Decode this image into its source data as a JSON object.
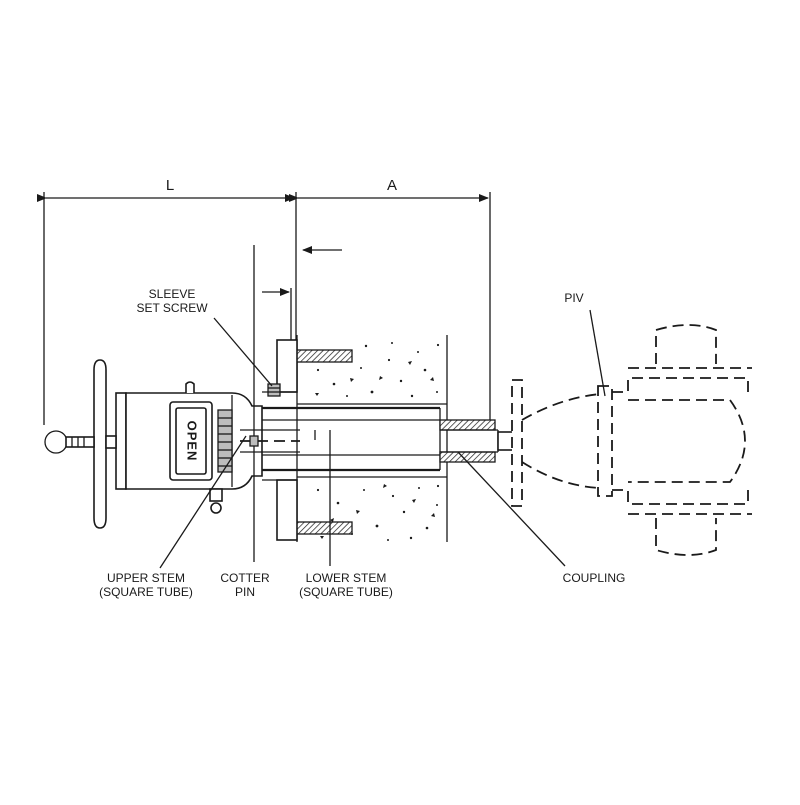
{
  "dimensions": {
    "L": "L",
    "A": "A"
  },
  "labels": {
    "sleeve_set_screw_line1": "SLEEVE",
    "sleeve_set_screw_line2": "SET SCREW",
    "piv": "PIV",
    "upper_stem_line1": "UPPER STEM",
    "upper_stem_line2": "(SQUARE TUBE)",
    "cotter_pin_line1": "COTTER",
    "cotter_pin_line2": "PIN",
    "lower_stem_line1": "LOWER STEM",
    "lower_stem_line2": "(SQUARE TUBE)",
    "coupling": "COUPLING"
  },
  "indicator": {
    "target_text": "OPEN"
  },
  "colors": {
    "line": "#1a1a1a",
    "background": "#ffffff",
    "shading": "#bdbdbd"
  }
}
